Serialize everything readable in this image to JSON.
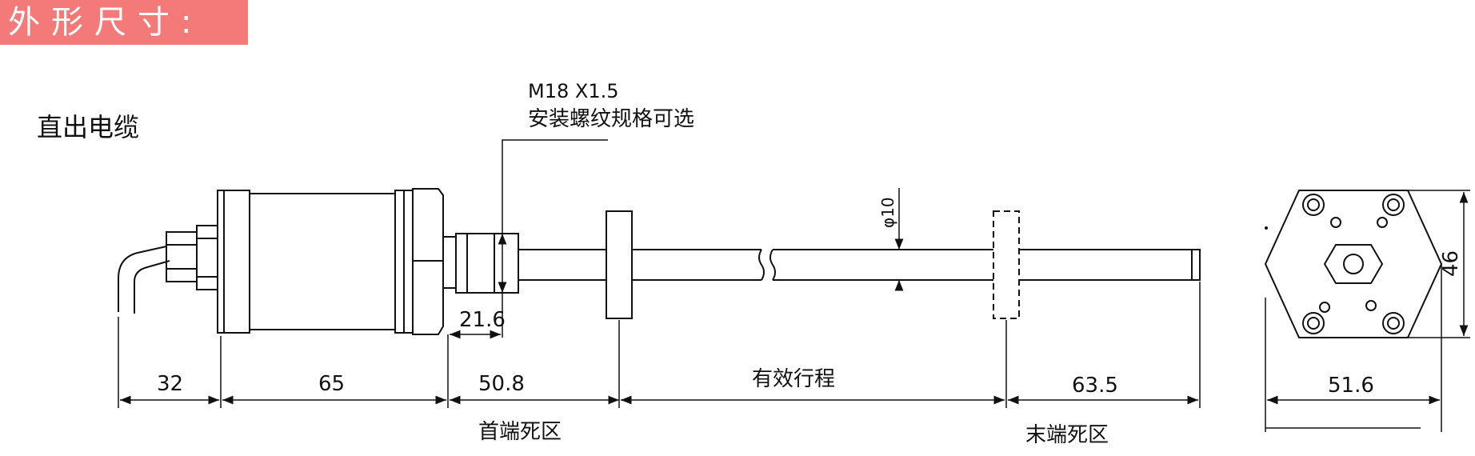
{
  "header": {
    "title": "外形尺寸:"
  },
  "diagram": {
    "variant_label": "直出电缆",
    "thread_note_line1": "M18 X1.5",
    "thread_note_line2": "安装螺纹规格可选",
    "diameter_label": "φ10",
    "dims": {
      "cable": "32",
      "body": "65",
      "hex": "21.6",
      "head_dead": "50.8",
      "stroke": "有效行程",
      "tail_dead": "63.5",
      "flange_width": "51.6",
      "flange_height": "46"
    },
    "zone_labels": {
      "head": "首端死区",
      "tail": "末端死区"
    },
    "colors": {
      "banner": "#f47a7a",
      "line": "#111111"
    }
  }
}
